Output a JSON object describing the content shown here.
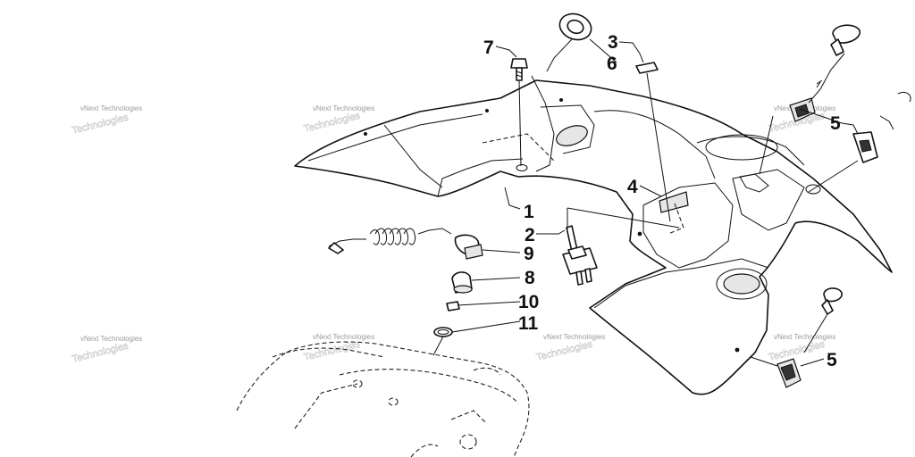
{
  "callouts": {
    "c1": "1",
    "c2": "2",
    "c3": "3",
    "c4": "4",
    "c5a": "5",
    "c5b": "5",
    "c6": "6",
    "c7": "7",
    "c8": "8",
    "c9": "9",
    "c10": "10",
    "c11": "11"
  },
  "watermark": {
    "text": "vNext Technologies"
  }
}
